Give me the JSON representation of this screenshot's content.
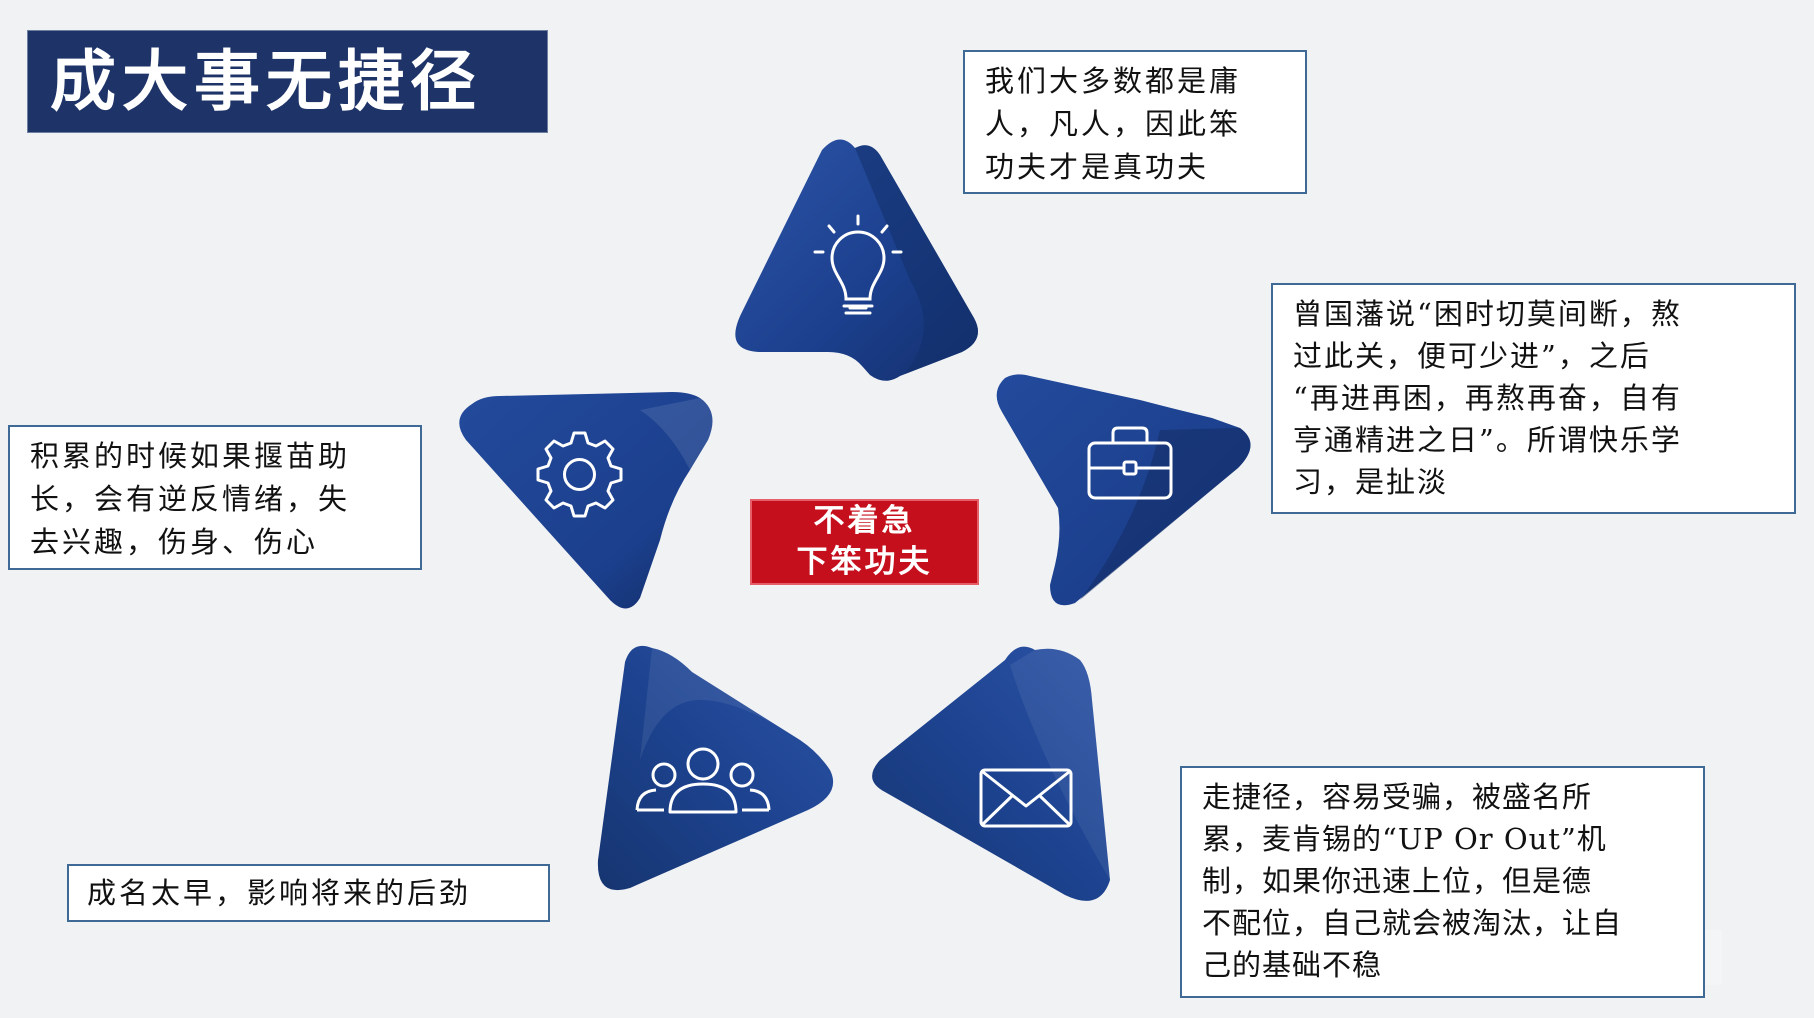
{
  "title": "成大事无捷径",
  "center": {
    "line1": "不着急",
    "line2": "下笨功夫"
  },
  "notes": {
    "top": "我们大多数都是庸\n人，凡人，因此笨\n功夫才是真功夫",
    "right": "曾国藩说“困时切莫间断，熬\n过此关，便可少进”，之后\n“再进再困，再熬再奋，自有\n亨通精进之日”。所谓快乐学\n习，是扯淡",
    "left": "积累的时候如果揠苗助\n长，会有逆反情绪，失\n去兴趣，伤身、伤心",
    "bottom_left": "成名太早，影响将来的后劲",
    "bottom_right": "走捷径，容易受骗，被盛名所\n累，麦肯锡的“UP Or Out”机\n制，如果你迅速上位，但是德\n不配位，自己就会被淘汰，让自\n己的基础不稳"
  },
  "icons": [
    "lightbulb-icon",
    "briefcase-icon",
    "envelope-icon",
    "people-icon",
    "gear-icon"
  ],
  "colors": {
    "title_bg": "#1e3468",
    "petal_blue": "#1b3f8c",
    "accent_red": "#c50f1d",
    "note_border": "#3f6a95"
  }
}
